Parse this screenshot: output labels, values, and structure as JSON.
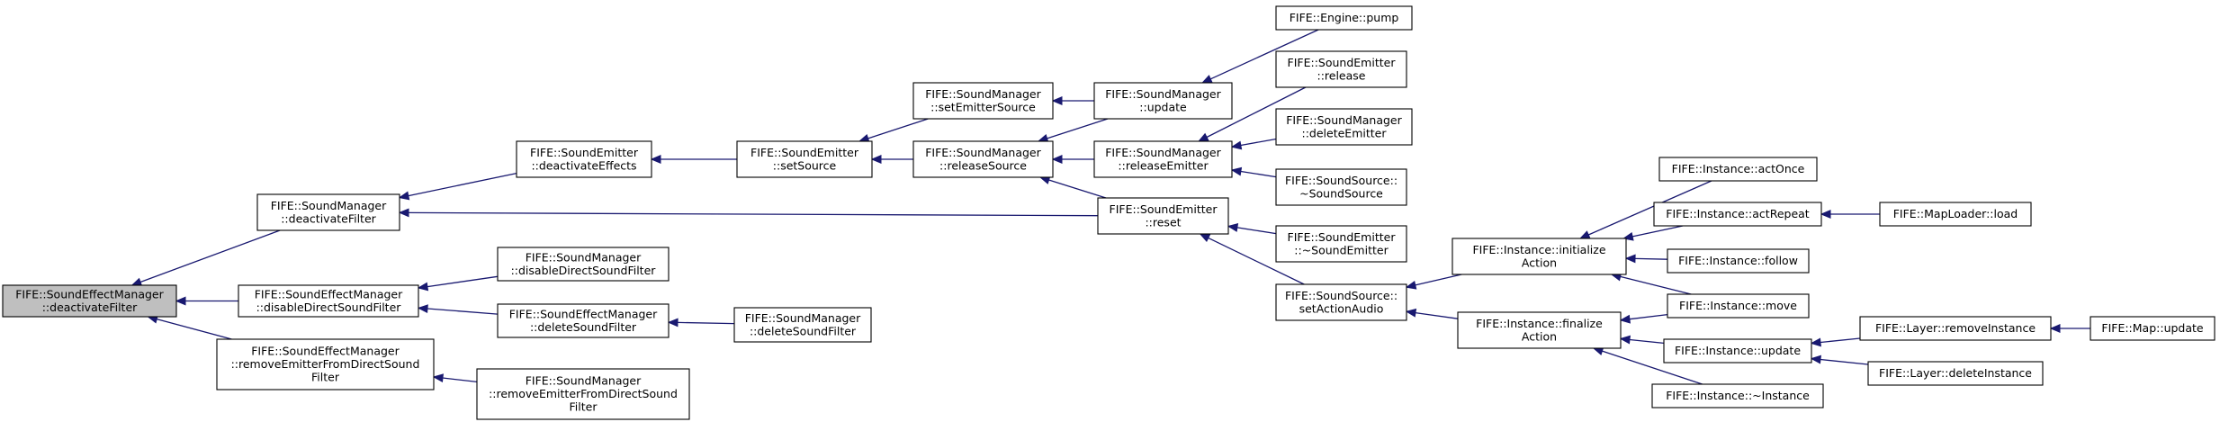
{
  "colors": {
    "edge": "#191970",
    "root_fill": "#bfbfbf",
    "node_fill": "#ffffff",
    "border": "#000000"
  },
  "nodes": {
    "root": {
      "lines": [
        "FIFE::SoundEffectManager",
        "::deactivateFilter"
      ]
    },
    "sm_deactivateFilter": {
      "lines": [
        "FIFE::SoundManager",
        "::deactivateFilter"
      ]
    },
    "sem_disableDirectSoundFilter": {
      "lines": [
        "FIFE::SoundEffectManager",
        "::disableDirectSoundFilter"
      ]
    },
    "sem_removeEmitterFromDirectSoundFilter": {
      "lines": [
        "FIFE::SoundEffectManager",
        "::removeEmitterFromDirectSound",
        "Filter"
      ]
    },
    "se_deactivateEffects": {
      "lines": [
        "FIFE::SoundEmitter",
        "::deactivateEffects"
      ]
    },
    "sm_disableDirectSoundFilter": {
      "lines": [
        "FIFE::SoundManager",
        "::disableDirectSoundFilter"
      ]
    },
    "sem_deleteSoundFilter": {
      "lines": [
        "FIFE::SoundEffectManager",
        "::deleteSoundFilter"
      ]
    },
    "sm_removeEmitterFromDirectSoundFilter": {
      "lines": [
        "FIFE::SoundManager",
        "::removeEmitterFromDirectSound",
        "Filter"
      ]
    },
    "se_setSource": {
      "lines": [
        "FIFE::SoundEmitter",
        "::setSource"
      ]
    },
    "sm_deleteSoundFilter": {
      "lines": [
        "FIFE::SoundManager",
        "::deleteSoundFilter"
      ]
    },
    "sm_setEmitterSource": {
      "lines": [
        "FIFE::SoundManager",
        "::setEmitterSource"
      ]
    },
    "sm_releaseSource": {
      "lines": [
        "FIFE::SoundManager",
        "::releaseSource"
      ]
    },
    "sm_update": {
      "lines": [
        "FIFE::SoundManager",
        "::update"
      ]
    },
    "sm_releaseEmitter": {
      "lines": [
        "FIFE::SoundManager",
        "::releaseEmitter"
      ]
    },
    "se_reset": {
      "lines": [
        "FIFE::SoundEmitter",
        "::reset"
      ]
    },
    "engine_pump": {
      "lines": [
        "FIFE::Engine::pump"
      ]
    },
    "se_release": {
      "lines": [
        "FIFE::SoundEmitter",
        "::release"
      ]
    },
    "sm_deleteEmitter": {
      "lines": [
        "FIFE::SoundManager",
        "::deleteEmitter"
      ]
    },
    "ss_dtor": {
      "lines": [
        "FIFE::SoundSource::",
        "~SoundSource"
      ]
    },
    "se_dtor": {
      "lines": [
        "FIFE::SoundEmitter",
        "::~SoundEmitter"
      ]
    },
    "ss_setActionAudio": {
      "lines": [
        "FIFE::SoundSource::",
        "setActionAudio"
      ]
    },
    "inst_initializeAction": {
      "lines": [
        "FIFE::Instance::initialize",
        "Action"
      ]
    },
    "inst_finalizeAction": {
      "lines": [
        "FIFE::Instance::finalize",
        "Action"
      ]
    },
    "inst_actOnce": {
      "lines": [
        "FIFE::Instance::actOnce"
      ]
    },
    "inst_actRepeat": {
      "lines": [
        "FIFE::Instance::actRepeat"
      ]
    },
    "inst_follow": {
      "lines": [
        "FIFE::Instance::follow"
      ]
    },
    "inst_move": {
      "lines": [
        "FIFE::Instance::move"
      ]
    },
    "inst_update": {
      "lines": [
        "FIFE::Instance::update"
      ]
    },
    "inst_dtor": {
      "lines": [
        "FIFE::Instance::~Instance"
      ]
    },
    "maploader_load": {
      "lines": [
        "FIFE::MapLoader::load"
      ]
    },
    "layer_removeInstance": {
      "lines": [
        "FIFE::Layer::removeInstance"
      ]
    },
    "layer_deleteInstance": {
      "lines": [
        "FIFE::Layer::deleteInstance"
      ]
    },
    "map_update": {
      "lines": [
        "FIFE::Map::update"
      ]
    }
  },
  "edges": [
    [
      "sm_deactivateFilter",
      "root"
    ],
    [
      "sem_disableDirectSoundFilter",
      "root"
    ],
    [
      "sem_removeEmitterFromDirectSoundFilter",
      "root"
    ],
    [
      "se_deactivateEffects",
      "sm_deactivateFilter"
    ],
    [
      "se_reset",
      "sm_deactivateFilter"
    ],
    [
      "sm_disableDirectSoundFilter",
      "sem_disableDirectSoundFilter"
    ],
    [
      "sem_deleteSoundFilter",
      "sem_disableDirectSoundFilter"
    ],
    [
      "sm_removeEmitterFromDirectSoundFilter",
      "sem_removeEmitterFromDirectSoundFilter"
    ],
    [
      "se_setSource",
      "se_deactivateEffects"
    ],
    [
      "sm_deleteSoundFilter",
      "sem_deleteSoundFilter"
    ],
    [
      "sm_setEmitterSource",
      "se_setSource"
    ],
    [
      "sm_releaseSource",
      "se_setSource"
    ],
    [
      "sm_update",
      "sm_setEmitterSource"
    ],
    [
      "sm_update",
      "sm_releaseSource"
    ],
    [
      "sm_releaseEmitter",
      "sm_releaseSource"
    ],
    [
      "se_reset",
      "sm_releaseSource"
    ],
    [
      "engine_pump",
      "sm_update"
    ],
    [
      "se_release",
      "sm_releaseEmitter"
    ],
    [
      "sm_deleteEmitter",
      "sm_releaseEmitter"
    ],
    [
      "ss_dtor",
      "sm_releaseEmitter"
    ],
    [
      "se_dtor",
      "se_reset"
    ],
    [
      "ss_setActionAudio",
      "se_reset"
    ],
    [
      "inst_initializeAction",
      "ss_setActionAudio"
    ],
    [
      "inst_finalizeAction",
      "ss_setActionAudio"
    ],
    [
      "inst_actOnce",
      "inst_initializeAction"
    ],
    [
      "inst_actRepeat",
      "inst_initializeAction"
    ],
    [
      "inst_follow",
      "inst_initializeAction"
    ],
    [
      "inst_move",
      "inst_initializeAction"
    ],
    [
      "inst_move",
      "inst_finalizeAction"
    ],
    [
      "inst_update",
      "inst_finalizeAction"
    ],
    [
      "inst_dtor",
      "inst_finalizeAction"
    ],
    [
      "maploader_load",
      "inst_actRepeat"
    ],
    [
      "layer_removeInstance",
      "inst_update"
    ],
    [
      "layer_deleteInstance",
      "inst_update"
    ],
    [
      "map_update",
      "layer_removeInstance"
    ]
  ]
}
